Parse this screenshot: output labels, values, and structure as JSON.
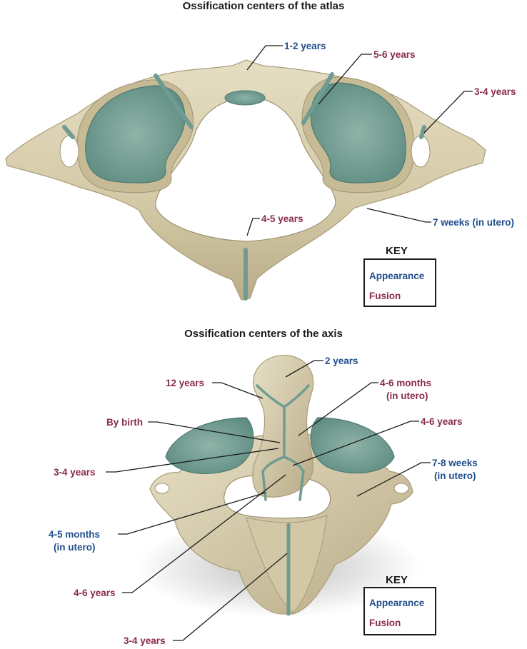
{
  "atlas": {
    "title": "Ossification centers of the atlas",
    "labels": {
      "anterior_arch_appearance": "1-2 years",
      "lateral_fusion": "5-6 years",
      "transverse_fusion": "3-4 years",
      "posterior_fusion": "4-5 years",
      "lateral_mass_appearance": "7 weeks (in utero)"
    },
    "key": {
      "title": "KEY",
      "appearance": "Appearance",
      "fusion": "Fusion"
    }
  },
  "axis": {
    "title": "Ossification centers of the axis",
    "labels": {
      "dens_tip_appearance": "2 years",
      "dens_tip_fusion": "12 years",
      "dens_appearance_l1": "4-6 months",
      "dens_appearance_l2": "(in utero)",
      "by_birth": "By birth",
      "body_fusion_right": "4-6 years",
      "dens_body_fusion": "3-4 years",
      "neural_arch_appearance_l1": "7-8 weeks",
      "neural_arch_appearance_l2": "(in utero)",
      "body_appearance_l1": "4-5 months",
      "body_appearance_l2": "(in utero)",
      "body_arch_fusion": "4-6 years",
      "posterior_fusion": "3-4 years"
    },
    "key": {
      "title": "KEY",
      "appearance": "Appearance",
      "fusion": "Fusion"
    }
  },
  "colors": {
    "appearance": "#1f4e8c",
    "fusion": "#8a2a4e",
    "bone": "#d9cfaf",
    "cartilage": "#6f9c92"
  }
}
